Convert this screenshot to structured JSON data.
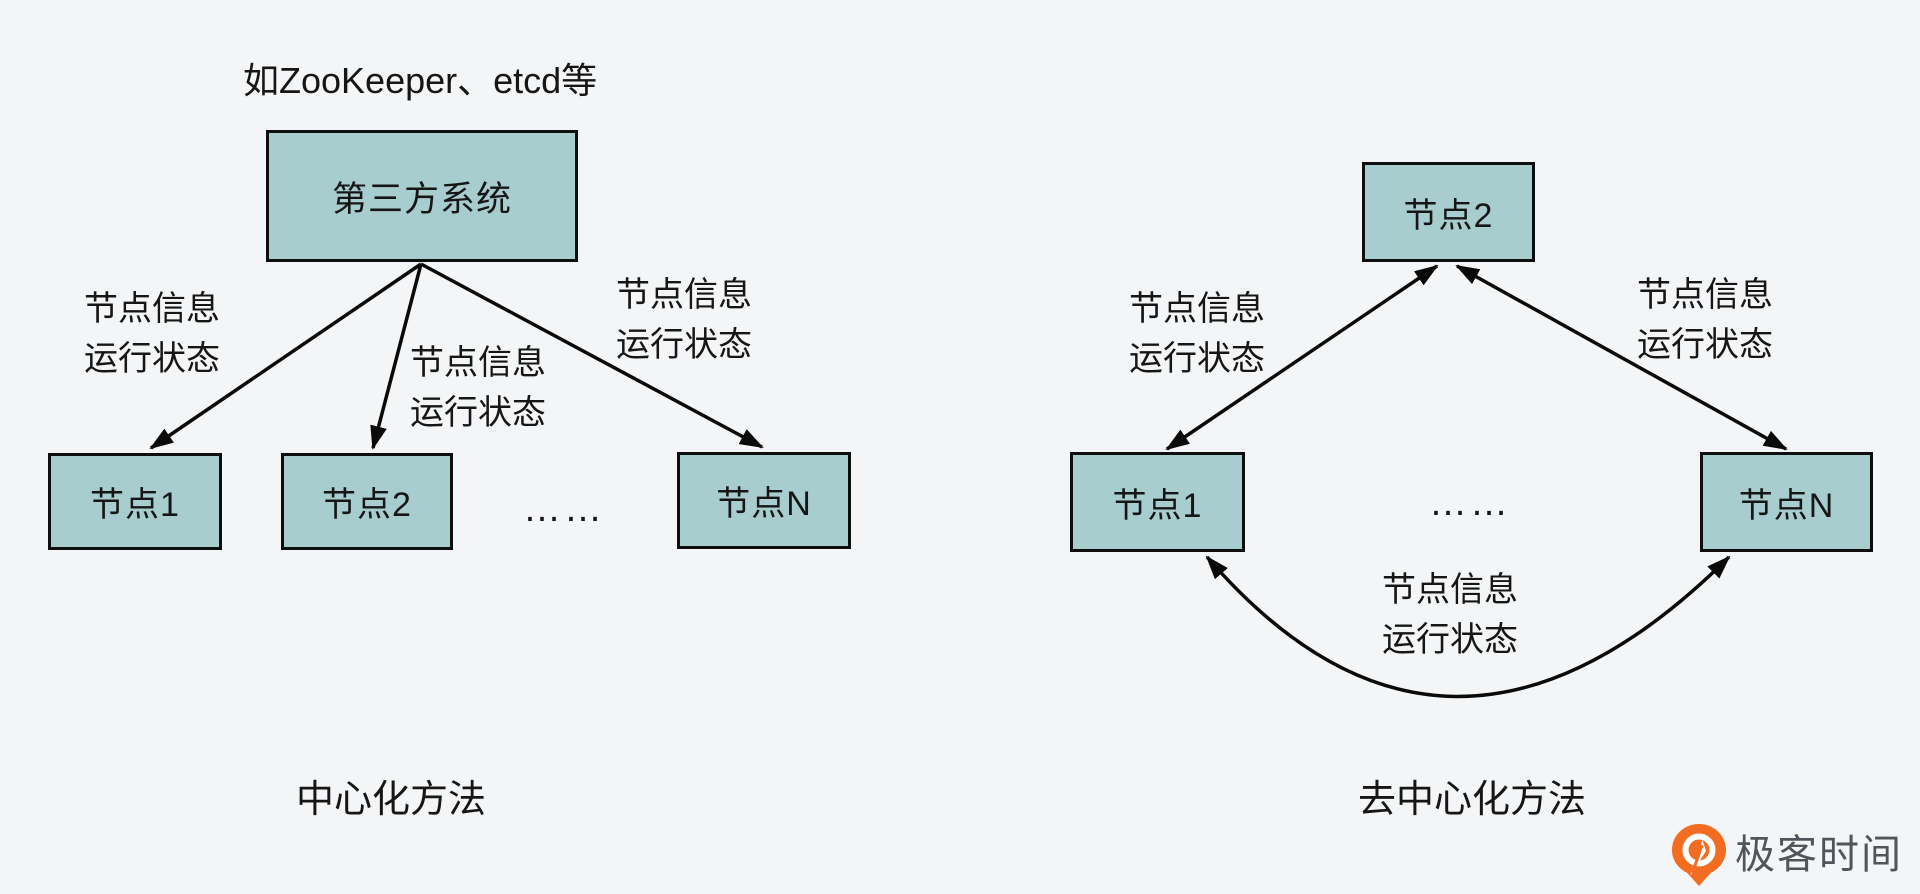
{
  "colors": {
    "background": "#f4f5f6",
    "box_fill": "#a8cdcf",
    "box_border": "#0e0e0e",
    "arrow": "#0a0a0a",
    "logo_orange": "#f26d21",
    "logo_text": "#50555b"
  },
  "left_diagram": {
    "annotation": "如ZooKeeper、etcd等",
    "root_box": "第三方系统",
    "nodes": {
      "n1": "节点1",
      "n2": "节点2",
      "nN": "节点N"
    },
    "ellipsis": "……",
    "edge_labels": {
      "left": {
        "line1": "节点信息",
        "line2": "运行状态"
      },
      "middle": {
        "line1": "节点信息",
        "line2": "运行状态"
      },
      "right": {
        "line1": "节点信息",
        "line2": "运行状态"
      }
    },
    "caption": "中心化方法"
  },
  "right_diagram": {
    "nodes": {
      "n2": "节点2",
      "n1": "节点1",
      "nN": "节点N"
    },
    "ellipsis": "……",
    "edge_labels": {
      "left": {
        "line1": "节点信息",
        "line2": "运行状态"
      },
      "right": {
        "line1": "节点信息",
        "line2": "运行状态"
      },
      "bottom": {
        "line1": "节点信息",
        "line2": "运行状态"
      }
    },
    "caption": "去中心化方法"
  },
  "watermark": {
    "brand": "极客时间",
    "icon": "geektime-logo-icon"
  }
}
